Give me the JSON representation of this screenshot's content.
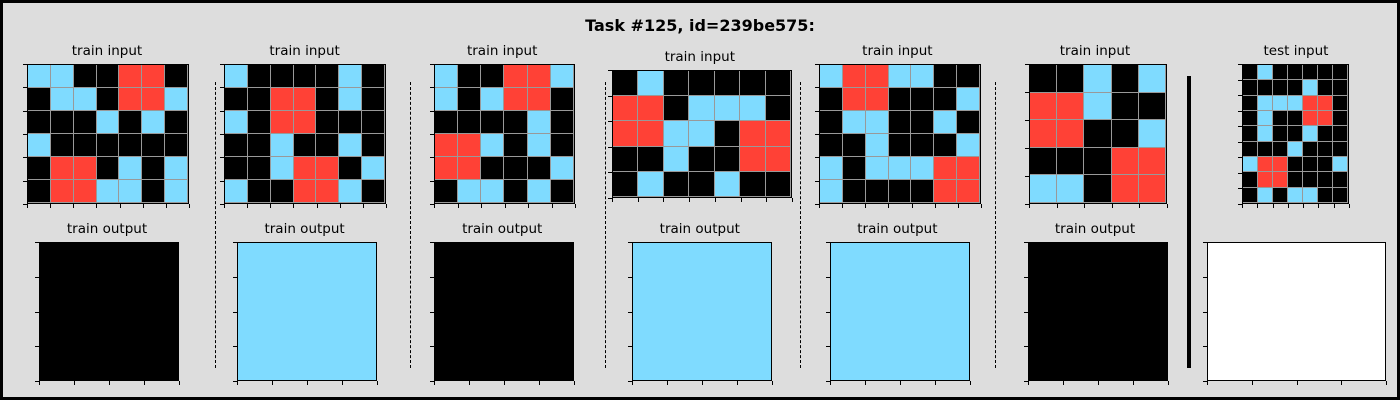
{
  "title": "Task #125, id=239be575:",
  "colors": {
    "0": "#000000",
    "2": "#ff4136",
    "8": "#7fdbff",
    "blank": "#ffffff"
  },
  "pairs": [
    {
      "input_label": "train input",
      "output_label": "train output",
      "input": [
        [
          8,
          8,
          0,
          0,
          2,
          2,
          0
        ],
        [
          0,
          8,
          8,
          0,
          2,
          2,
          8
        ],
        [
          0,
          0,
          0,
          8,
          0,
          8,
          0
        ],
        [
          8,
          0,
          0,
          0,
          0,
          0,
          0
        ],
        [
          0,
          2,
          2,
          0,
          8,
          0,
          8
        ],
        [
          0,
          2,
          2,
          8,
          8,
          0,
          8
        ]
      ],
      "output": [
        [
          0
        ]
      ]
    },
    {
      "input_label": "train input",
      "output_label": "train output",
      "input": [
        [
          8,
          0,
          0,
          0,
          0,
          8,
          0
        ],
        [
          0,
          0,
          2,
          2,
          0,
          8,
          0
        ],
        [
          8,
          0,
          2,
          2,
          0,
          0,
          0
        ],
        [
          0,
          0,
          8,
          0,
          0,
          8,
          0
        ],
        [
          0,
          0,
          8,
          2,
          2,
          0,
          8
        ],
        [
          8,
          0,
          0,
          2,
          2,
          8,
          0
        ]
      ],
      "output": [
        [
          8
        ]
      ]
    },
    {
      "input_label": "train input",
      "output_label": "train output",
      "input": [
        [
          8,
          0,
          0,
          2,
          2,
          8
        ],
        [
          8,
          0,
          8,
          2,
          2,
          0
        ],
        [
          0,
          0,
          0,
          0,
          8,
          0
        ],
        [
          2,
          2,
          8,
          0,
          8,
          0
        ],
        [
          2,
          2,
          0,
          0,
          0,
          8
        ],
        [
          0,
          8,
          8,
          0,
          8,
          0
        ]
      ],
      "output": [
        [
          0
        ]
      ]
    },
    {
      "input_label": "train input",
      "output_label": "train output",
      "input": [
        [
          0,
          8,
          0,
          0,
          0,
          0,
          0
        ],
        [
          2,
          2,
          0,
          8,
          8,
          8,
          0
        ],
        [
          2,
          2,
          8,
          8,
          0,
          2,
          2
        ],
        [
          0,
          0,
          8,
          0,
          0,
          2,
          2
        ],
        [
          0,
          8,
          0,
          0,
          8,
          0,
          0
        ]
      ],
      "output": [
        [
          8
        ]
      ]
    },
    {
      "input_label": "train input",
      "output_label": "train output",
      "input": [
        [
          8,
          2,
          2,
          8,
          8,
          0,
          0
        ],
        [
          0,
          2,
          2,
          0,
          0,
          0,
          8
        ],
        [
          0,
          8,
          8,
          0,
          0,
          8,
          0
        ],
        [
          0,
          0,
          8,
          0,
          0,
          0,
          8
        ],
        [
          8,
          0,
          8,
          8,
          8,
          2,
          2
        ],
        [
          8,
          0,
          0,
          0,
          0,
          2,
          2
        ]
      ],
      "output": [
        [
          8
        ]
      ]
    },
    {
      "input_label": "train input",
      "output_label": "train output",
      "input": [
        [
          0,
          0,
          8,
          0,
          8
        ],
        [
          2,
          2,
          8,
          0,
          0
        ],
        [
          2,
          2,
          0,
          0,
          8
        ],
        [
          0,
          0,
          0,
          2,
          2
        ],
        [
          8,
          8,
          0,
          2,
          2
        ]
      ],
      "output": [
        [
          0
        ]
      ]
    }
  ],
  "test": {
    "input_label": "test input",
    "input": [
      [
        0,
        8,
        0,
        0,
        0,
        0,
        0
      ],
      [
        0,
        0,
        0,
        0,
        8,
        0,
        0
      ],
      [
        0,
        8,
        8,
        8,
        2,
        2,
        0
      ],
      [
        0,
        8,
        0,
        0,
        2,
        2,
        0
      ],
      [
        0,
        8,
        0,
        0,
        8,
        0,
        0
      ],
      [
        0,
        0,
        0,
        8,
        0,
        0,
        0
      ],
      [
        8,
        2,
        2,
        0,
        0,
        0,
        8
      ],
      [
        0,
        2,
        2,
        0,
        0,
        0,
        0
      ],
      [
        0,
        8,
        0,
        8,
        8,
        0,
        0
      ]
    ],
    "output": [
      [
        "blank"
      ]
    ]
  }
}
